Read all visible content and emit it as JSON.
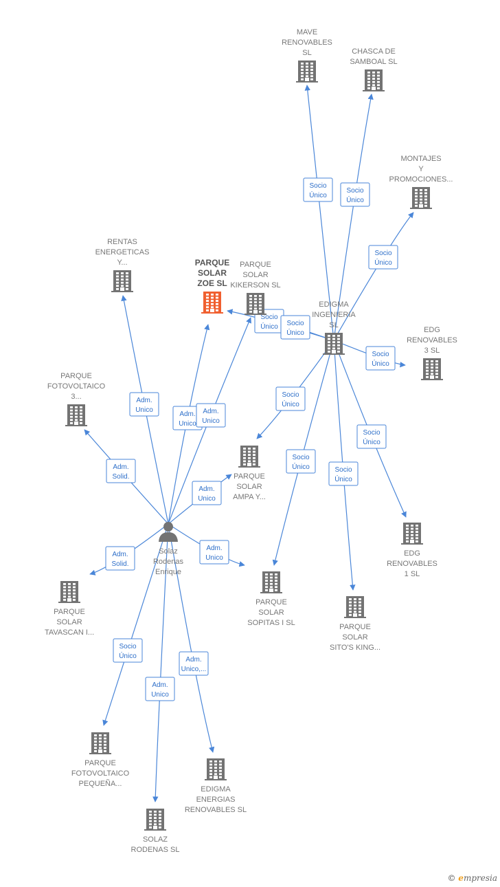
{
  "colors": {
    "edge": "#4a86d8",
    "building": "#737373",
    "building_main": "#f06030",
    "person": "#737373"
  },
  "brand": {
    "copyright": "©",
    "e_letter": "e",
    "rest": "mpresia"
  },
  "nodes": [
    {
      "id": "solaz",
      "type": "person",
      "label": [
        "Solaz",
        "Rodenas",
        "Enrique"
      ]
    },
    {
      "id": "zoe",
      "type": "building-main",
      "label": [
        "PARQUE",
        "SOLAR",
        "ZOE SL"
      ]
    },
    {
      "id": "kikerson",
      "type": "building",
      "label": [
        "PARQUE",
        "SOLAR",
        "KIKERSON SL"
      ]
    },
    {
      "id": "edigma",
      "type": "building",
      "label": [
        "EDIGMA",
        "INGENIERIA",
        "SL"
      ]
    },
    {
      "id": "mave",
      "type": "building",
      "label": [
        "MAVE",
        "RENOVABLES",
        "SL"
      ]
    },
    {
      "id": "chasca",
      "type": "building",
      "label": [
        "CHASCA DE",
        "SAMBOAL SL"
      ]
    },
    {
      "id": "montajes",
      "type": "building",
      "label": [
        "MONTAJES",
        "Y",
        "PROMOCIONES..."
      ]
    },
    {
      "id": "edg3",
      "type": "building",
      "label": [
        "EDG",
        "RENOVABLES",
        "3 SL"
      ]
    },
    {
      "id": "rentas",
      "type": "building",
      "label": [
        "RENTAS",
        "ENERGETICAS",
        "Y..."
      ]
    },
    {
      "id": "fotov3",
      "type": "building",
      "label": [
        "PARQUE",
        "FOTOVOLTAICO",
        "3..."
      ]
    },
    {
      "id": "ampa",
      "type": "building",
      "label": [
        "PARQUE",
        "SOLAR",
        "AMPA Y..."
      ]
    },
    {
      "id": "edg1",
      "type": "building",
      "label": [
        "EDG",
        "RENOVABLES",
        "1 SL"
      ]
    },
    {
      "id": "sopitas",
      "type": "building",
      "label": [
        "PARQUE",
        "SOLAR",
        "SOPITAS I SL"
      ]
    },
    {
      "id": "sito",
      "type": "building",
      "label": [
        "PARQUE",
        "SOLAR",
        "SITO'S KING..."
      ]
    },
    {
      "id": "tavascan",
      "type": "building",
      "label": [
        "PARQUE",
        "SOLAR",
        "TAVASCAN I..."
      ]
    },
    {
      "id": "pequena",
      "type": "building",
      "label": [
        "PARQUE",
        "FOTOVOLTAICO",
        "PEQUEÑA..."
      ]
    },
    {
      "id": "edigma_energias",
      "type": "building",
      "label": [
        "EDIGMA",
        "ENERGIAS",
        "RENOVABLES SL"
      ]
    },
    {
      "id": "solaz_sl",
      "type": "building",
      "label": [
        "SOLAZ",
        "RODENAS SL"
      ]
    }
  ],
  "edges": [
    {
      "from": "edigma",
      "to": "mave",
      "label": [
        "Socio",
        "Único"
      ]
    },
    {
      "from": "edigma",
      "to": "chasca",
      "label": [
        "Socio",
        "Único"
      ]
    },
    {
      "from": "edigma",
      "to": "montajes",
      "label": [
        "Socio",
        "Único"
      ]
    },
    {
      "from": "edigma",
      "to": "zoe",
      "label": [
        "Socio",
        "Único"
      ]
    },
    {
      "from": "edigma",
      "to": "kikerson",
      "label": [
        "Socio",
        "Único"
      ]
    },
    {
      "from": "edigma",
      "to": "edg3",
      "label": [
        "Socio",
        "Único"
      ]
    },
    {
      "from": "edigma",
      "to": "ampa",
      "label": [
        "Socio",
        "Único"
      ]
    },
    {
      "from": "edigma",
      "to": "sopitas",
      "label": [
        "Socio",
        "Único"
      ]
    },
    {
      "from": "edigma",
      "to": "sito",
      "label": [
        "Socio",
        "Único"
      ]
    },
    {
      "from": "edigma",
      "to": "edg1",
      "label": [
        "Socio",
        "Único"
      ]
    },
    {
      "from": "solaz",
      "to": "rentas",
      "label": [
        "Adm.",
        "Unico"
      ]
    },
    {
      "from": "solaz",
      "to": "zoe",
      "label": [
        "Adm.",
        "Unico"
      ]
    },
    {
      "from": "solaz",
      "to": "kikerson",
      "label": [
        "Adm.",
        "Unico"
      ]
    },
    {
      "from": "solaz",
      "to": "fotov3",
      "label": [
        "Adm.",
        "Solid."
      ]
    },
    {
      "from": "solaz",
      "to": "ampa",
      "label": [
        "Adm.",
        "Unico"
      ]
    },
    {
      "from": "solaz",
      "to": "sopitas",
      "label": [
        "Adm.",
        "Unico"
      ]
    },
    {
      "from": "solaz",
      "to": "tavascan",
      "label": [
        "Adm.",
        "Solid."
      ]
    },
    {
      "from": "solaz",
      "to": "pequena",
      "label": [
        "Socio",
        "Único"
      ]
    },
    {
      "from": "solaz",
      "to": "solaz_sl",
      "label": [
        "Adm.",
        "Unico"
      ]
    },
    {
      "from": "solaz",
      "to": "edigma_energias",
      "label": [
        "Adm.",
        "Unico,..."
      ]
    }
  ]
}
